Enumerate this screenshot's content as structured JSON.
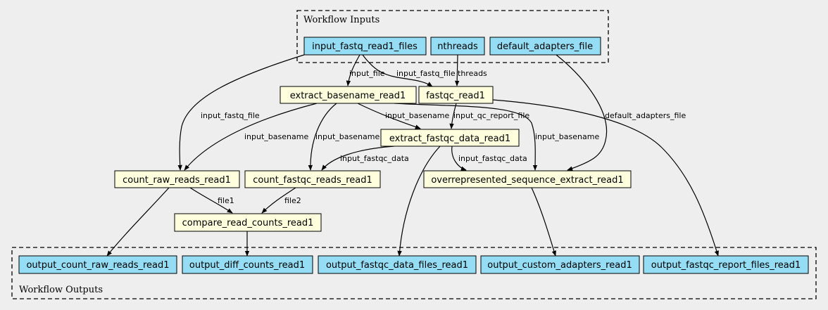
{
  "clusters": {
    "inputs": "Workflow Inputs",
    "outputs": "Workflow Outputs"
  },
  "nodes": {
    "input_fastq_read1_files": "input_fastq_read1_files",
    "nthreads": "nthreads",
    "default_adapters_file": "default_adapters_file",
    "extract_basename_read1": "extract_basename_read1",
    "fastqc_read1": "fastqc_read1",
    "extract_fastqc_data_read1": "extract_fastqc_data_read1",
    "count_raw_reads_read1": "count_raw_reads_read1",
    "count_fastqc_reads_read1": "count_fastqc_reads_read1",
    "overrepresented_sequence_extract_read1": "overrepresented_sequence_extract_read1",
    "compare_read_counts_read1": "compare_read_counts_read1",
    "output_count_raw_reads_read1": "output_count_raw_reads_read1",
    "output_diff_counts_read1": "output_diff_counts_read1",
    "output_fastqc_data_files_read1": "output_fastqc_data_files_read1",
    "output_custom_adapters_read1": "output_custom_adapters_read1",
    "output_fastqc_report_files_read1": "output_fastqc_report_files_read1"
  },
  "edge_labels": {
    "input_file": "input_file",
    "input_fastq_file_fastqc": "input_fastq_file",
    "threads": "threads",
    "input_fastq_file_count": "input_fastq_file",
    "default_adapters_file": "default_adapters_file",
    "input_basename_count_raw": "input_basename",
    "input_basename_count_fastqc": "input_basename",
    "input_basename_extract_fastqc": "input_basename",
    "input_basename_overrep": "input_basename",
    "input_qc_report_file": "input_qc_report_file",
    "input_fastqc_data_count": "input_fastqc_data",
    "input_fastqc_data_overrep": "input_fastqc_data",
    "file1": "file1",
    "file2": "file2"
  }
}
